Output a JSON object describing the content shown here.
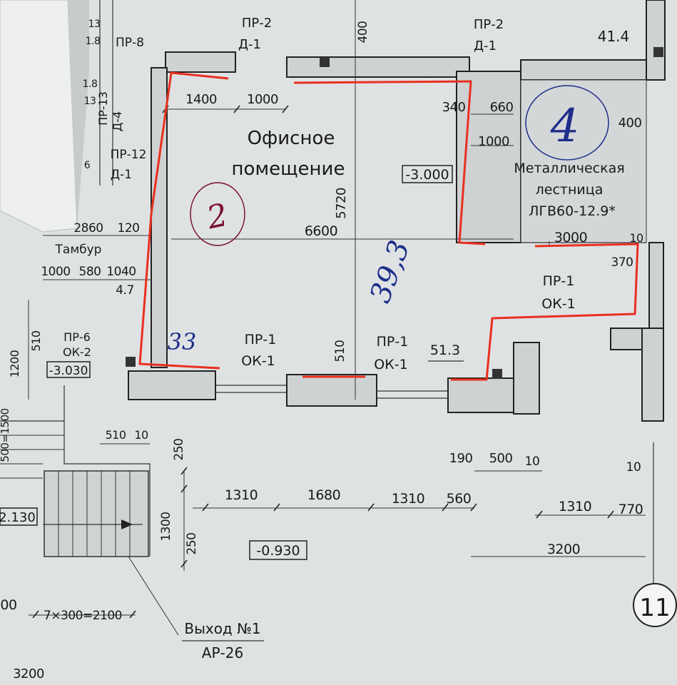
{
  "colors": {
    "paper": "#d9dcdd",
    "line": "#222222",
    "red_outline": "#e8301f",
    "ink": "#7a1030",
    "blue_ink": "#1d2f8a"
  },
  "room": {
    "title_line1": "Офисное",
    "title_line2": "помещение",
    "level": "-3.000",
    "area": "51.3",
    "ink_number": "2",
    "ink_area": "39,3",
    "ink_small": "33"
  },
  "stair": {
    "label_line1": "Металлическая",
    "label_line2": "лестница",
    "label_line3": "ЛГВ60-12.9*",
    "ink_number": "4"
  },
  "marks": {
    "pr2_d1_left_a": "ПР-2",
    "pr2_d1_left_b": "Д-1",
    "pr2_d1_right_a": "ПР-2",
    "pr2_d1_right_b": "Д-1",
    "pr8": "ПР-8",
    "pr13_a": "ПР-13",
    "pr13_b": "Д-4",
    "pr12_a": "ПР-12",
    "pr12_b": "Д-1",
    "tambur": "Тамбур",
    "pr6_a": "ПР-6",
    "pr6_b": "ОК-2",
    "pr1_ok1_a_1": "ПР-1",
    "pr1_ok1_a_2": "ОК-1",
    "pr1_ok1_b_1": "ПР-1",
    "pr1_ok1_b_2": "ОК-1",
    "pr1_ok1_c_1": "ПР-1",
    "pr1_ok1_c_2": "ОК-1",
    "exit_a": "Выход №1",
    "exit_b": "АР-26",
    "axis": "11",
    "elev_top": "41.4",
    "lvl_a": "-3.030",
    "lvl_b": "2.130",
    "lvl_c": "-0.930"
  },
  "dims": {
    "d400_top": "400",
    "d1400": "1400",
    "d1000": "1000",
    "d340": "340",
    "d660": "660",
    "d400_r": "400",
    "d1000_b": "1000",
    "d5720": "5720",
    "d6600": "6600",
    "d2860": "2860",
    "d120": "120",
    "d1000_c": "1000",
    "d580": "580",
    "d1040": "1040",
    "d47": "4.7",
    "d510_l": "510",
    "d1200": "1200",
    "d3000": "3000",
    "d10_r": "10",
    "d370": "370",
    "d510_m": "510",
    "d510_b": "510",
    "d10_b": "10",
    "d250_a": "250",
    "d1300": "1300",
    "d250_b": "250",
    "d190": "190",
    "d500": "500",
    "d10_c": "10",
    "d10_d": "10",
    "d1310_a": "1310",
    "d1680": "1680",
    "d1310_b": "1310",
    "d560": "560",
    "d1310_c": "1310",
    "d770": "770",
    "d3200_r": "3200",
    "d7x300": "7×300=2100",
    "d3200_b": "3200",
    "d00": "00",
    "d13": "13",
    "d18": "1.8",
    "d18b": "1.8",
    "d13b": "13",
    "d16": "6",
    "d1500": "500=1500"
  }
}
